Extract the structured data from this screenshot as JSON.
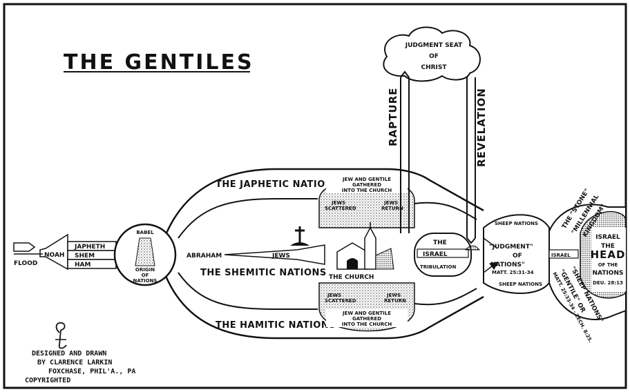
{
  "title": "THE GENTILES",
  "origin": {
    "flood": "FLOOD",
    "noah": "NOAH",
    "sons": [
      "JAPHETH",
      "SHEM",
      "HAM"
    ],
    "babel": "BABEL",
    "origin_label": [
      "ORIGIN",
      "OF",
      "NATIONS"
    ]
  },
  "streams": {
    "japhetic": "THE JAPHETIC NATIONS",
    "shemitic": "THE SHEMITIC NATIONS",
    "hamitic": "THE HAMITIC NATIONS",
    "abraham": "ABRAHAM",
    "jews": "JEWS"
  },
  "church": {
    "label": "THE CHURCH",
    "top_gather": [
      "JEW AND GENTILE",
      "GATHERED",
      "INTO THE CHURCH"
    ],
    "bottom_gather": [
      "JEW AND GENTILE",
      "GATHERED",
      "INTO THE CHURCH"
    ],
    "jews_scattered": [
      "JEWS",
      "SCATTERED"
    ],
    "jews_return": [
      "JEWS",
      "RETURN"
    ]
  },
  "tribulation": {
    "the": "THE",
    "israel": "ISRAEL",
    "tribulation": "TRIBULATION"
  },
  "judgment_seat": [
    "JUDGMENT SEAT",
    "OF",
    "CHRIST"
  ],
  "rapture": "RAPTURE",
  "revelation": "REVELATION",
  "judgment": {
    "line1": "\"JUDGMENT\"",
    "line2": "OF",
    "line3": "NATIONS\"",
    "ref": "MATT. 25:31-34",
    "sheep_top": "SHEEP NATIONS",
    "sheep_bottom": "SHEEP NATIONS"
  },
  "kingdom": {
    "israel_small": "ISRAEL",
    "stone": [
      "THE \"STONE\"",
      "\"MILLENNIAL",
      "KINGDOM\""
    ],
    "israel_head": [
      "ISRAEL",
      "THE",
      "HEAD",
      "OF THE",
      "NATIONS"
    ],
    "deut": "DEU. 28:13",
    "gentile": [
      "\"GENTILE\" OR",
      "\"SHEEP NATIONS\"",
      "MATT. 25:33-34 - ZECH. 8:25."
    ]
  },
  "credit": {
    "lines": [
      "DESIGNED AND DRAWN",
      "BY CLARENCE LARKIN",
      "FOXCHASE, PHIL'A., PA",
      "COPYRIGHTED"
    ]
  }
}
